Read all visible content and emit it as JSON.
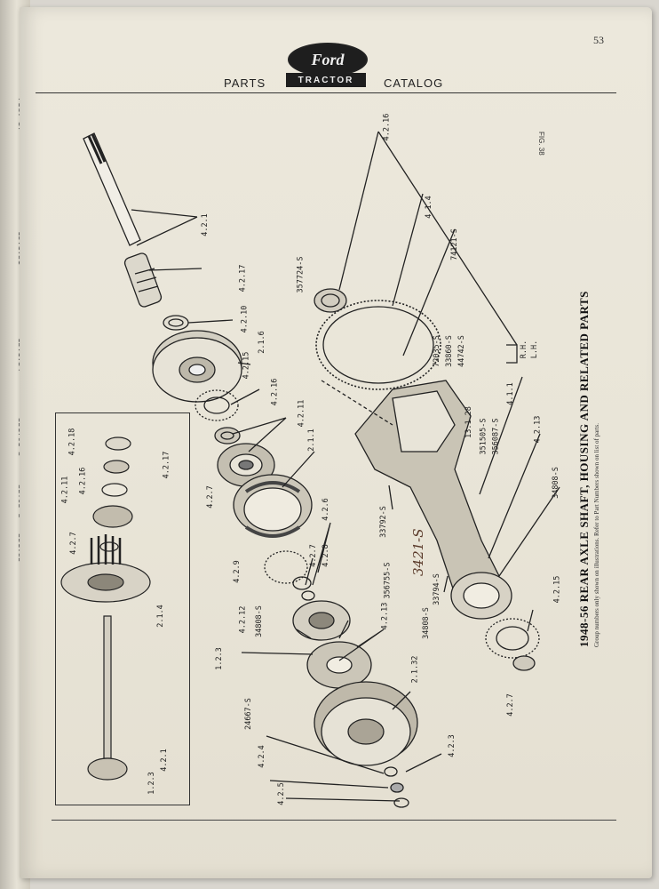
{
  "page": {
    "number": "53",
    "header_left": "PARTS",
    "header_right": "CATALOG",
    "logo_word": "Ford",
    "logo_band": "TRACTOR",
    "figure_label": "FIG. 38"
  },
  "title": {
    "main": "1948-56 REAR AXLE SHAFT, HOUSING AND RELATED PARTS",
    "sub": "Group numbers only shown on illustrations. Refer to Part Numbers shown on list of parts."
  },
  "handwritten_note": "3421-S",
  "callouts": {
    "c4216": "4.2.16",
    "c414": "4.1.4",
    "c74121": "74121-S",
    "c357724": "357724-S",
    "c421a": "4.2.1",
    "c4217a": "4.2.17",
    "c4210": "4.2.10",
    "c4215a": "4.2.15",
    "c216": "2.1.6",
    "c4216b": "4.2.16",
    "c4211": "4.2.11",
    "c72035": "72035-S",
    "c33860": "33860-S",
    "c44742": "44742-S",
    "c411": "4.1.1",
    "rh": "R.H.",
    "lh": "L.H.",
    "c13128": "13.1.28",
    "c351505": "351505-S",
    "c356087": "356087-S",
    "c4213a": "4.2.13",
    "c34808a": "34808-S",
    "c211": "2.1.1",
    "c427a": "4.2.7",
    "c426": "4.2.6",
    "c33792": "33792-S",
    "c427b": "4.2.7",
    "c428": "4.2.8",
    "c429": "4.2.9",
    "c356755": "356755-S",
    "c33794": "33794-S",
    "c34808b": "34808-S",
    "c4212": "4.2.12",
    "c34808c": "34808-S",
    "c4213b": "4.2.13",
    "c123a": "1.2.3",
    "c2132": "2.1.32",
    "c4215b": "4.2.15",
    "c427c": "4.2.7",
    "c24667": "24667-S",
    "c424": "4.2.4",
    "c423": "4.2.3",
    "c425": "4.2.5",
    "i4218": "4.2.18",
    "i4217": "4.2.17",
    "i4211": "4.2.11",
    "i4216": "4.2.16",
    "i427": "4.2.7",
    "i214": "2.1.4",
    "i421": "4.2.1",
    "i123": "1.2.3"
  },
  "left_page_fragments": [
    "FIG. 37",
    "15.1.51",
    "13.1.34",
    "351701-S",
    "33795-S",
    "351.85"
  ]
}
